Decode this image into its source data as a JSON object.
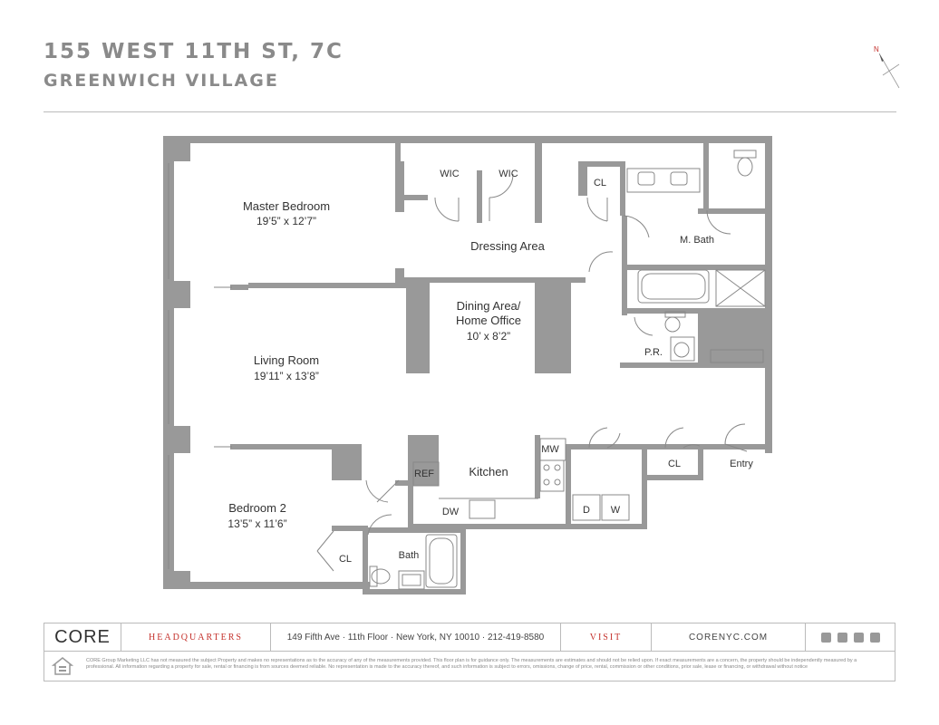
{
  "header": {
    "title": "155 WEST 11TH ST, 7C",
    "subtitle": "GREENWICH VILLAGE",
    "compass_label": "N"
  },
  "rooms": {
    "master_bedroom": {
      "name": "Master Bedroom",
      "size": "19’5” x 12’7”"
    },
    "wic_1": {
      "name": "WIC"
    },
    "wic_2": {
      "name": "WIC"
    },
    "cl_1": {
      "name": "CL"
    },
    "dressing_area": {
      "name": "Dressing Area"
    },
    "m_bath": {
      "name": "M. Bath"
    },
    "dining": {
      "name_line1": "Dining Area/",
      "name_line2": "Home Office",
      "size": "10’ x 8’2”"
    },
    "pr": {
      "name": "P.R."
    },
    "living_room": {
      "name": "Living Room",
      "size": "19’11” x 13’8”"
    },
    "kitchen": {
      "name": "Kitchen"
    },
    "ref": {
      "name": "REF"
    },
    "mw": {
      "name": "MW"
    },
    "dw": {
      "name": "DW"
    },
    "dryer": {
      "name": "D"
    },
    "washer": {
      "name": "W"
    },
    "cl_2": {
      "name": "CL"
    },
    "entry": {
      "name": "Entry"
    },
    "bedroom_2": {
      "name": "Bedroom 2",
      "size": "13’5” x 11’6”"
    },
    "cl_3": {
      "name": "CL"
    },
    "bath": {
      "name": "Bath"
    }
  },
  "footer": {
    "logo": "CORE",
    "headquarters": "HEADQUARTERS",
    "address": "149 Fifth Ave · 11th Floor · New York, NY 10010 · 212-419-8580",
    "visit": "VISIT",
    "website": "CORENYC.COM",
    "social_icons": [
      "facebook-icon",
      "twitter-icon",
      "instagram-icon",
      "youtube-icon"
    ],
    "disclaimer": "CORE Group Marketing LLC has not measured the subject Property and makes no representations as to the accuracy of any of the measurements provided. This floor plan is for guidance only. The measurements are estimates and should not be relied upon. If exact measurements are a concern, the property should be independently measured by a professional. All information regarding a property for sale, rental or financing is from sources deemed reliable. No representation is made to the accuracy thereof, and such information is subject to errors, omissions, change of price, rental, commission or other conditions, prior sale, lease or financing, or withdrawal without notice"
  },
  "colors": {
    "wall": "#999999",
    "accent": "#c4302b",
    "text": "#333333"
  }
}
